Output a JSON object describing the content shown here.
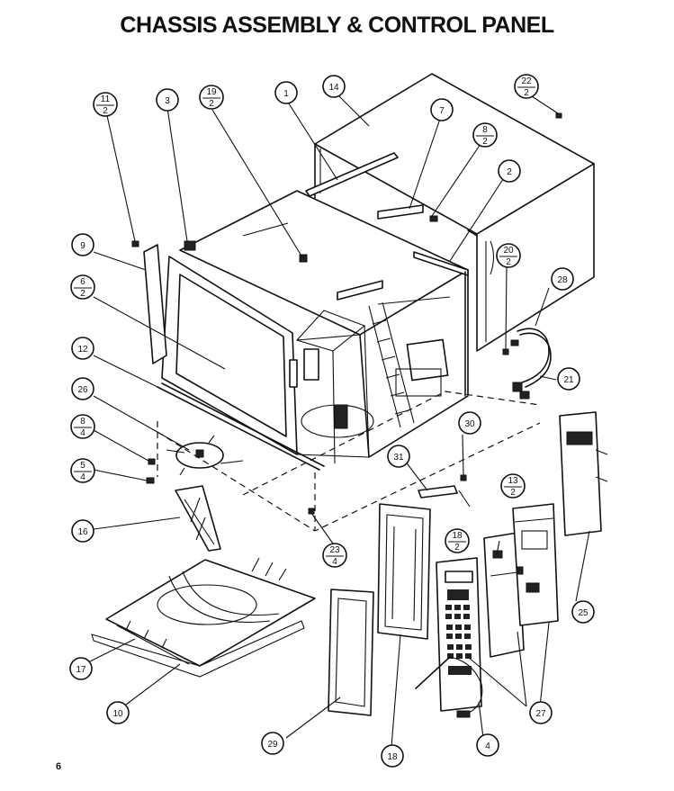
{
  "title": "CHASSIS ASSEMBLY & CONTROL PANEL",
  "page_number": "6",
  "callouts": [
    {
      "id": "c-11-2",
      "top": "11",
      "bottom": "2"
    },
    {
      "id": "c-3",
      "label": "3"
    },
    {
      "id": "c-19-2",
      "top": "19",
      "bottom": "2"
    },
    {
      "id": "c-1",
      "label": "1"
    },
    {
      "id": "c-14",
      "label": "14"
    },
    {
      "id": "c-7",
      "label": "7"
    },
    {
      "id": "c-22-2",
      "top": "22",
      "bottom": "2"
    },
    {
      "id": "c-8-2",
      "top": "8",
      "bottom": "2"
    },
    {
      "id": "c-2",
      "label": "2"
    },
    {
      "id": "c-9",
      "label": "9"
    },
    {
      "id": "c-6-2",
      "top": "6",
      "bottom": "2"
    },
    {
      "id": "c-20-2",
      "top": "20",
      "bottom": "2"
    },
    {
      "id": "c-28",
      "label": "28"
    },
    {
      "id": "c-21",
      "label": "21"
    },
    {
      "id": "c-12",
      "label": "12"
    },
    {
      "id": "c-26",
      "label": "26"
    },
    {
      "id": "c-8-4",
      "top": "8",
      "bottom": "4"
    },
    {
      "id": "c-5-4",
      "top": "5",
      "bottom": "4"
    },
    {
      "id": "c-30",
      "label": "30"
    },
    {
      "id": "c-31",
      "label": "31"
    },
    {
      "id": "c-13-2",
      "top": "13",
      "bottom": "2"
    },
    {
      "id": "c-16",
      "label": "16"
    },
    {
      "id": "c-23-4",
      "top": "23",
      "bottom": "4"
    },
    {
      "id": "c-18-2",
      "top": "18",
      "bottom": "2"
    },
    {
      "id": "c-25",
      "label": "25"
    },
    {
      "id": "c-17",
      "label": "17"
    },
    {
      "id": "c-27",
      "label": "27"
    },
    {
      "id": "c-10",
      "label": "10"
    },
    {
      "id": "c-29",
      "label": "29"
    },
    {
      "id": "c-18",
      "label": "18"
    },
    {
      "id": "c-4",
      "label": "4"
    }
  ]
}
